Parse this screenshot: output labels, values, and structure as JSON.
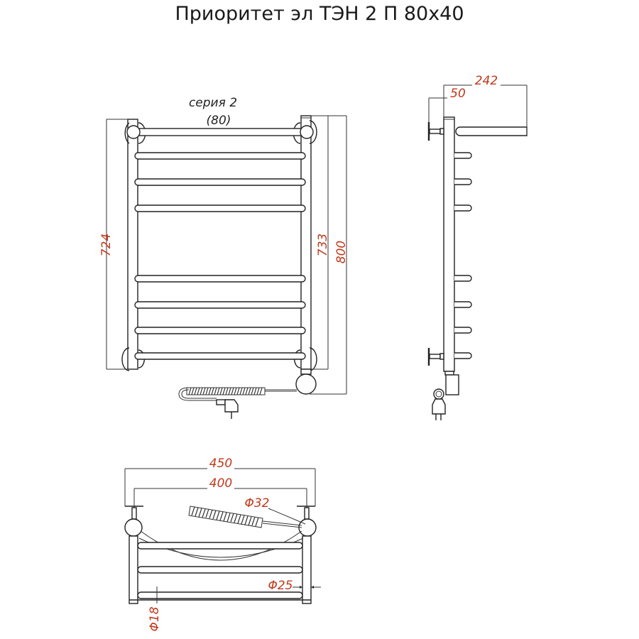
{
  "title": "Приоритет эл ТЭН 2 П 80x40",
  "front_view": {
    "series_label": "серия 2",
    "series_sub": "(80)",
    "dim_left_height": "724",
    "dim_right_inner": "733",
    "dim_right_outer": "800",
    "rungs_count": 8
  },
  "side_view": {
    "dim_depth_total": "242",
    "dim_wall_offset": "50"
  },
  "top_view": {
    "dim_outer_width": "450",
    "dim_center_distance": "400",
    "dim_heater_diameter": "Φ32",
    "dim_upright_diameter": "Φ25",
    "dim_rung_diameter": "Φ18"
  },
  "colors": {
    "dimension_text": "#c0391b",
    "line": "#222222",
    "background": "#ffffff"
  }
}
